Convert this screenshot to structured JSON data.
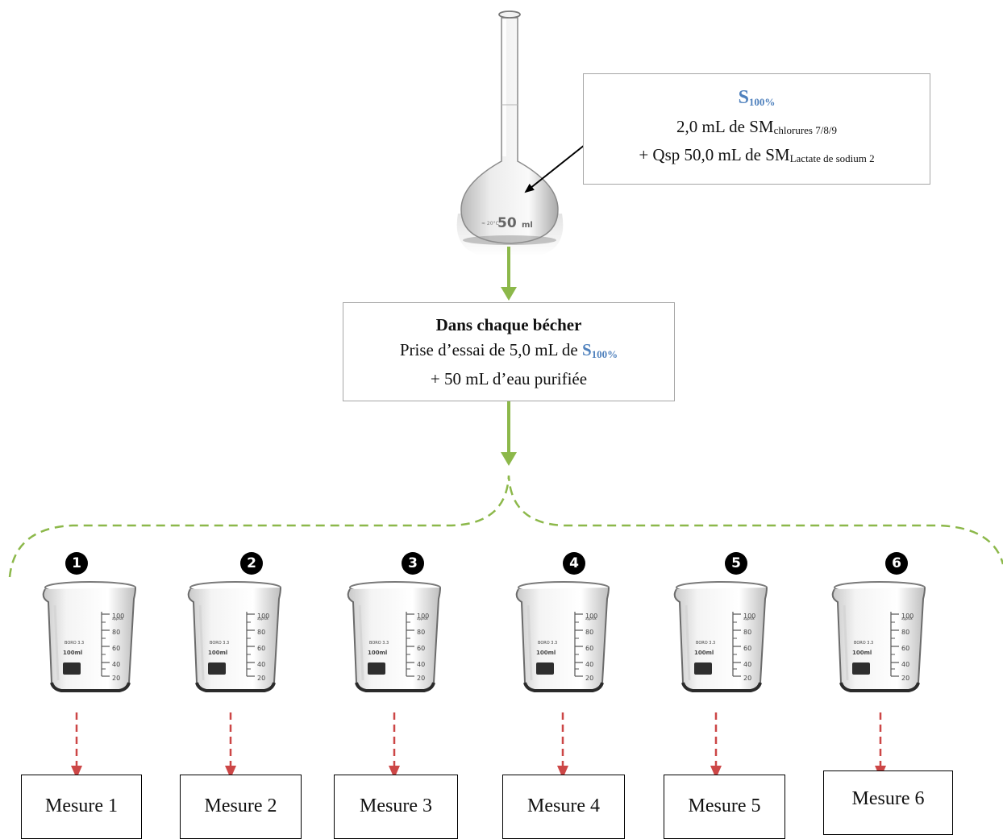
{
  "flask": {
    "graduation_label": "50",
    "unit": "ml"
  },
  "s100_box": {
    "title": "S",
    "title_sub": "100%",
    "line2_main": "2,0 mL de SM",
    "line2_sub": "chlorures 7/8/9",
    "line3_main": "+ Qsp 50,0 mL de SM",
    "line3_sub": "Lactate de sodium 2"
  },
  "becher_box": {
    "title": "Dans chaque bécher",
    "line2_main": "Prise d’essai de 5,0 mL de",
    "line2_s": "S",
    "line2_sub": "100%",
    "line3": "+ 50 mL d’eau purifiée"
  },
  "beakers": [
    {
      "number": "1",
      "measure": "Mesure 1"
    },
    {
      "number": "2",
      "measure": "Mesure 2"
    },
    {
      "number": "3",
      "measure": "Mesure 3"
    },
    {
      "number": "4",
      "measure": "Mesure 4"
    },
    {
      "number": "5",
      "measure": "Mesure 5"
    },
    {
      "number": "6",
      "measure": "Mesure 6"
    }
  ],
  "beaker_print": {
    "capacity": "100ml",
    "brand": "BORO 3.3",
    "approx": "approx",
    "scale": [
      "100",
      "80",
      "60",
      "40",
      "20"
    ]
  },
  "colors": {
    "green_arrow": "#8cb84a",
    "red_arrow": "#cc4646",
    "accent_blue": "#4f81bd",
    "box_border": "#a6a6a6"
  }
}
